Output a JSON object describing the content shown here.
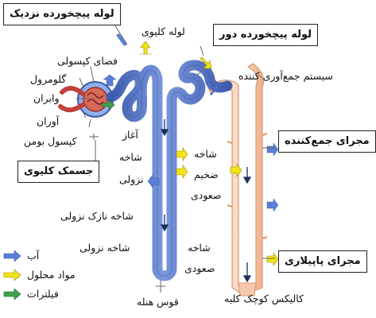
{
  "boxes": {
    "proximal_tubule": "لوله پیچخورده نزدیک",
    "distal_tubule": "لوله پیچخورده دور",
    "collecting_duct": "مجرای جمع‌کننده",
    "renal_corpuscle": "جسمک کلیوی",
    "papillary_duct": "مجرای پاپیلاری"
  },
  "labels": {
    "renal_tubule": "لوله کلیوی",
    "capsular_space": "فضای کپسولی",
    "glomerulus": "گلومرول",
    "efferent": "وابران",
    "afferent": "آوران",
    "bowman_capsule": "کپسول بومن",
    "collecting_system": "سیستم جمع‌آوری کننده",
    "descending_start": [
      "آغاز",
      "شاخه",
      "نزولی"
    ],
    "thick_ascending": [
      "شاخه",
      "ضخیم",
      "صعودی"
    ],
    "thin_descending": "شاخه نازک نزولی",
    "descending_limb": "شاخه نزولی",
    "ascending_limb": [
      "شاخه",
      "صعودی"
    ],
    "loop_of_henle": "قوس هنله",
    "minor_calyx": "کالیکس کوچک کلیه"
  },
  "legend": [
    {
      "label": "آب",
      "color": "#5b7fd6",
      "icon": "water-arrow-icon"
    },
    {
      "label": "مواد محلول",
      "color": "#f2e21a",
      "icon": "solute-arrow-icon"
    },
    {
      "label": "فیلترات",
      "color": "#3fa04a",
      "icon": "filtrate-arrow-icon"
    }
  ],
  "colors": {
    "tubule": "#5d7dc9",
    "tubule_dark": "#3d5ba8",
    "duct": "#f6c9ac",
    "duct_edge": "#e3a47e",
    "glomerulus_red": "#c0403a",
    "capsule": "#7f9fe0"
  }
}
